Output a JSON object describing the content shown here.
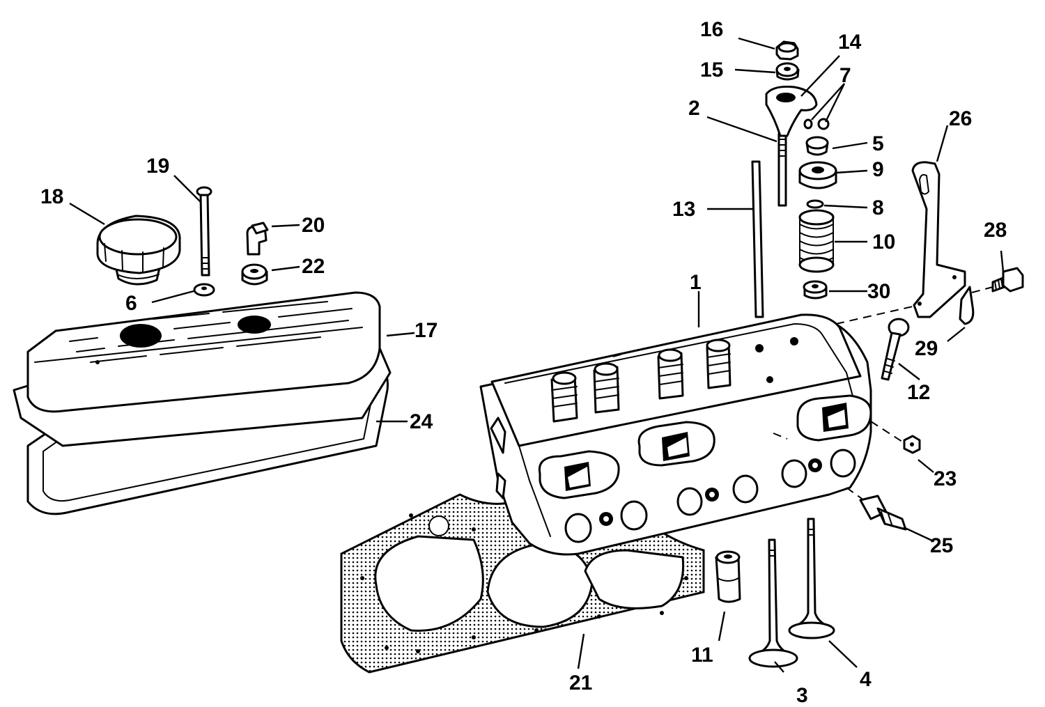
{
  "diagram": {
    "callouts": [
      {
        "id": "c1",
        "label": "1"
      },
      {
        "id": "c2",
        "label": "2"
      },
      {
        "id": "c3",
        "label": "3"
      },
      {
        "id": "c4",
        "label": "4"
      },
      {
        "id": "c5",
        "label": "5"
      },
      {
        "id": "c6",
        "label": "6"
      },
      {
        "id": "c7",
        "label": "7"
      },
      {
        "id": "c8",
        "label": "8"
      },
      {
        "id": "c9",
        "label": "9"
      },
      {
        "id": "c10",
        "label": "10"
      },
      {
        "id": "c11",
        "label": "11"
      },
      {
        "id": "c12",
        "label": "12"
      },
      {
        "id": "c13",
        "label": "13"
      },
      {
        "id": "c14",
        "label": "14"
      },
      {
        "id": "c15",
        "label": "15"
      },
      {
        "id": "c16",
        "label": "16"
      },
      {
        "id": "c17",
        "label": "17"
      },
      {
        "id": "c18",
        "label": "18"
      },
      {
        "id": "c19",
        "label": "19"
      },
      {
        "id": "c20",
        "label": "20"
      },
      {
        "id": "c21",
        "label": "21"
      },
      {
        "id": "c22",
        "label": "22"
      },
      {
        "id": "c23",
        "label": "23"
      },
      {
        "id": "c24",
        "label": "24"
      },
      {
        "id": "c25",
        "label": "25"
      },
      {
        "id": "c26",
        "label": "26"
      },
      {
        "id": "c28",
        "label": "28"
      },
      {
        "id": "c29",
        "label": "29"
      },
      {
        "id": "c30",
        "label": "30"
      }
    ]
  }
}
